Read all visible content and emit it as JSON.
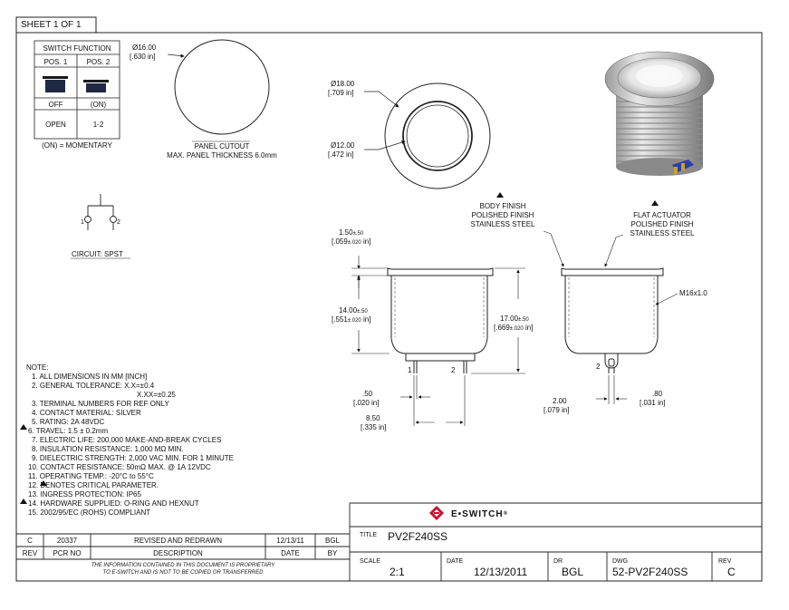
{
  "sheet": "SHEET 1 OF 1",
  "switch_function": {
    "title": "SWITCH FUNCTION",
    "col1": "POS. 1",
    "col2": "POS. 2",
    "state1": "OFF",
    "state2": "(ON)",
    "circuit1": "OPEN",
    "circuit2": "1-2",
    "legend": "(ON) = MOMENTARY"
  },
  "panel_cutout": {
    "dia": "Ø16.00",
    "dia_in": "[.630 in]",
    "label": "PANEL CUTOUT",
    "thickness": "MAX. PANEL THICKNESS 6.0mm"
  },
  "front_view": {
    "outer": "Ø18.00",
    "outer_in": "[.709 in]",
    "inner": "Ø12.00",
    "inner_in": "[.472 in]"
  },
  "circuit": {
    "label": "CIRCUIT: SPST",
    "pin1": "1",
    "pin2": "2"
  },
  "side_view": {
    "body_finish": [
      "BODY FINISH",
      "POLISHED FINISH",
      "STAINLESS STEEL"
    ],
    "actuator": [
      "FLAT ACTUATOR",
      "POLISHED FINISH",
      "STAINLESS STEEL"
    ],
    "thread": "M16x1.0",
    "d_top": "1.50",
    "d_top_tol": "±.50",
    "d_top_in": "[.059",
    "d_top_in_tol": "±.020",
    "d_top_in_end": "in]",
    "d_body": "14.00",
    "d_body_tol": "±.50",
    "d_body_in": "[.551",
    "d_body_in_tol": "±.020",
    "d_body_in_end": "in]",
    "d_total": "17.00",
    "d_total_tol": "±.50",
    "d_total_in": "[.669",
    "d_total_in_tol": "±.020",
    "d_total_in_end": "in]",
    "pin_w": ".50",
    "pin_w_in": "[.020 in]",
    "pitch": "8.50",
    "pitch_in": "[.335 in]",
    "term1": "1",
    "term2": "2",
    "term2b": "2",
    "t_off": "2.00",
    "t_off_in": "[.079 in]",
    "t_w": ".80",
    "t_w_in": "[.031 in]"
  },
  "notes": {
    "title": "NOTE:",
    "items": [
      "1. ALL DIMENSIONS IN MM [INCH]",
      "2. GENERAL TOLERANCE: X.X=±0.4",
      "X.XX=±0.25",
      "3. TERMINAL NUMBERS FOR REF ONLY",
      "4. CONTACT MATERIAL: SILVER",
      "5. RATING: 2A 48VDC",
      "6. TRAVEL: 1.5 ± 0.2mm",
      "7. ELECTRIC LIFE: 200,000 MAKE-AND-BREAK CYCLES",
      "8. INSULATION RESISTANCE: 1,000 MΩ MIN.",
      "9. DIELECTRIC STRENGTH: 2,000 VAC MIN. FOR 1 MINUTE",
      "10. CONTACT RESISTANCE: 50mΩ MAX. @ 1A 12VDC",
      "11. OPERATING TEMP.: -20°C to 55°C",
      "12. DENOTES CRITICAL PARAMETER.",
      "13. INGRESS PROTECTION: IP65",
      "14. HARDWARE SUPPLIED: O-RING AND HEXNUT",
      "15. 2002/95/EC (ROHS) COMPLIANT"
    ]
  },
  "revision": {
    "rev": "C",
    "pcr": "20337",
    "description": "REVISED AND REDRAWN",
    "date": "12/13/11",
    "by": "BGL",
    "h_rev": "REV",
    "h_pcr": "PCR NO",
    "h_desc": "DESCRIPTION",
    "h_date": "DATE",
    "h_by": "BY",
    "disclaimer1": "THE INFORMATION CONTAINED IN THIS DOCUMENT IS PROPRIETARY",
    "disclaimer2": "TO E-SWITCH AND IS NOT TO BE COPIED OR TRANSFERRED"
  },
  "title_block": {
    "brand": "E•SWITCH",
    "reg": "®",
    "title_label": "TITLE",
    "title": "PV2F240SS",
    "scale_label": "SCALE",
    "scale": "2:1",
    "date_label": "DATE",
    "date": "12/13/2011",
    "dr_label": "DR",
    "dr": "BGL",
    "dwg_label": "DWG",
    "dwg": "52-PV2F240SS",
    "rev_label": "REV",
    "rev": "C",
    "brand_color": "#c8102e"
  }
}
